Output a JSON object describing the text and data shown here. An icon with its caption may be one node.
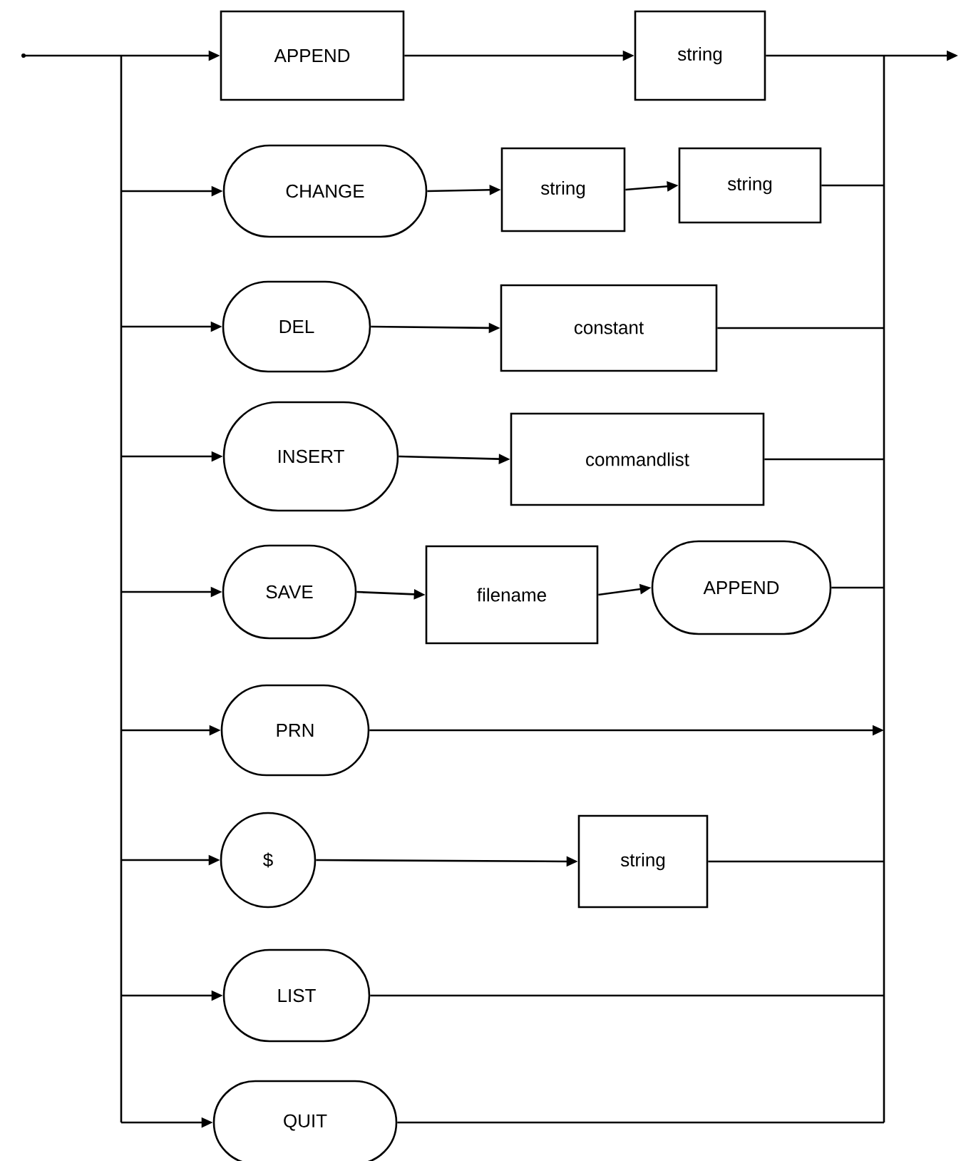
{
  "diagram": {
    "nodes": [
      {
        "text": [
          "APPEND"
        ]
      },
      {
        "text": [
          "string"
        ]
      },
      {
        "text": [
          "CHANGE"
        ]
      },
      {
        "text": [
          "string"
        ]
      },
      {
        "text": [
          "string"
        ]
      },
      {
        "text": [
          "DEL"
        ]
      },
      {
        "text": [
          "constant"
        ]
      },
      {
        "text": [
          "INSERT"
        ]
      },
      {
        "text": [
          "commandlist"
        ]
      },
      {
        "text": [
          "SAVE"
        ]
      },
      {
        "text": [
          "filename"
        ]
      },
      {
        "text": [
          "APPEND"
        ]
      },
      {
        "text": [
          "PRN"
        ]
      },
      {
        "text": [
          "$"
        ]
      },
      {
        "text": [
          "string"
        ]
      },
      {
        "text": [
          "LIST"
        ]
      },
      {
        "text": [
          "QUIT"
        ]
      }
    ],
    "edges": [
      {
        "from": null,
        "to": 0,
        "arrow": "to"
      },
      {
        "from": 0,
        "to": 1,
        "arrow": "to"
      },
      {
        "from": 1,
        "to": null,
        "arrow": "none"
      },
      {
        "from": null,
        "to": 2,
        "arrow": "to"
      },
      {
        "from": 2,
        "to": 3,
        "arrow": "to"
      },
      {
        "from": 3,
        "to": 4,
        "arrow": "to"
      },
      {
        "from": 4,
        "to": null,
        "arrow": "none"
      },
      {
        "from": null,
        "to": 5,
        "arrow": "to"
      },
      {
        "from": 5,
        "to": 6,
        "arrow": "to"
      },
      {
        "from": 6,
        "to": null,
        "arrow": "none"
      },
      {
        "from": null,
        "to": 7,
        "arrow": "to"
      },
      {
        "from": 7,
        "to": 8,
        "arrow": "to"
      },
      {
        "from": 8,
        "to": null,
        "arrow": "none"
      },
      {
        "from": null,
        "to": 9,
        "arrow": "to"
      },
      {
        "from": 9,
        "to": 10,
        "arrow": "to"
      },
      {
        "from": 10,
        "to": 11,
        "arrow": "to"
      },
      {
        "from": 11,
        "to": null,
        "arrow": "none"
      },
      {
        "from": null,
        "to": 12,
        "arrow": "to"
      },
      {
        "from": 12,
        "to": null,
        "arrow": "to"
      },
      {
        "from": null,
        "to": 13,
        "arrow": "to"
      },
      {
        "from": 13,
        "to": 14,
        "arrow": "to"
      },
      {
        "from": 14,
        "to": null,
        "arrow": "none"
      },
      {
        "from": null,
        "to": 15,
        "arrow": "to"
      },
      {
        "from": 15,
        "to": null,
        "arrow": "none"
      },
      {
        "from": null,
        "to": 16,
        "arrow": "to"
      },
      {
        "from": 16,
        "to": null,
        "arrow": "none"
      }
    ]
  }
}
